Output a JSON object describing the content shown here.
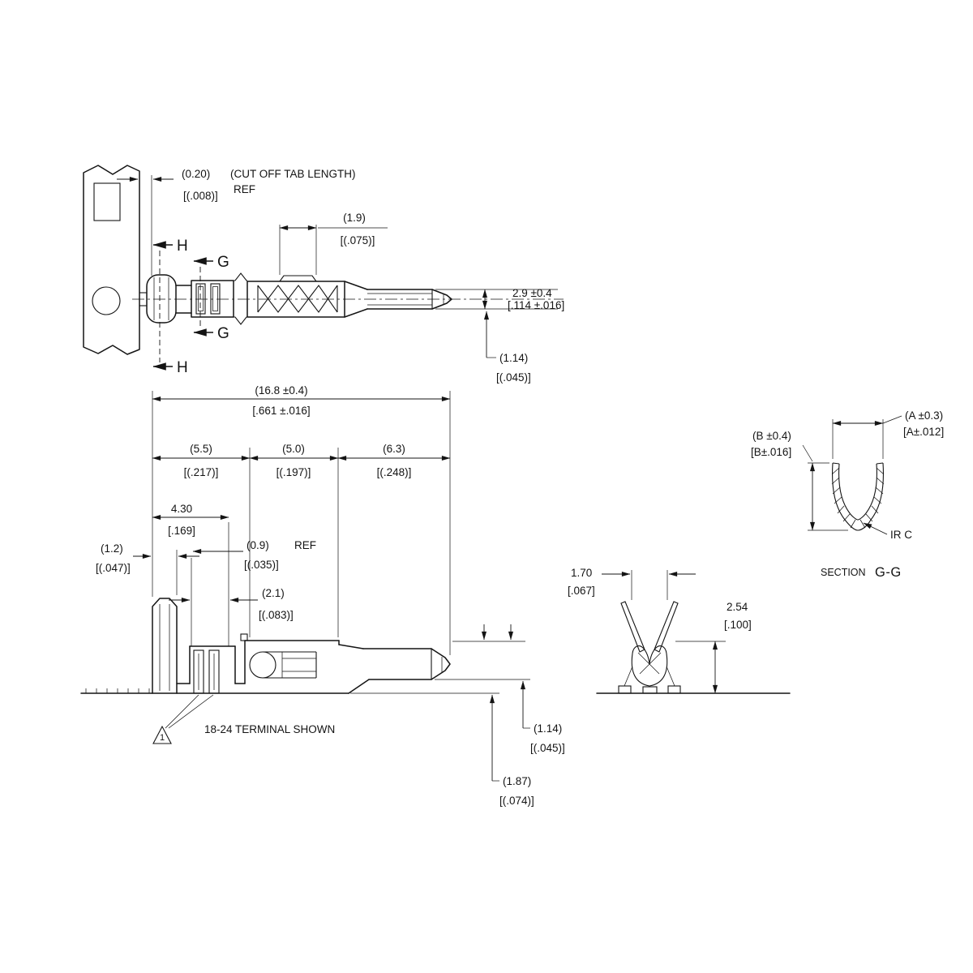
{
  "views": {
    "top": {
      "section_h": "H",
      "section_g": "G",
      "cutoff_mm": "(0.20)",
      "cutoff_note": "(CUT OFF TAB LENGTH)",
      "cutoff_in": "[(.008)]",
      "cutoff_ref": "REF",
      "lance_mm": "(1.9)",
      "lance_in": "[(.075)]",
      "height_mm": "2.9 ±0.4",
      "height_in": "[.114 ±.016]",
      "pin_offset_mm": "(1.14)",
      "pin_offset_in": "[(.045)]"
    },
    "side": {
      "overall_mm": "(16.8 ±0.4)",
      "overall_in": "[.661 ±.016]",
      "seg1_mm": "(5.5)",
      "seg1_in": "[(.217)]",
      "seg2_mm": "(5.0)",
      "seg2_in": "[(.197)]",
      "seg3_mm": "(6.3)",
      "seg3_in": "[(.248)]",
      "crimp_mm": "4.30",
      "crimp_in": "[.169]",
      "tab_mm": "(1.2)",
      "tab_in": "[(.047)]",
      "wall_mm": "(0.9)",
      "wall_ref": "REF",
      "wall_in": "[(.035)]",
      "wing_mm": "(2.1)",
      "wing_in": "[(.083)]",
      "pin_bottom_mm": "(1.14)",
      "pin_bottom_in": "[(.045)]",
      "pin_top_mm": "(1.87)",
      "pin_top_in": "[(.074)]",
      "note": "18-24 TERMINAL SHOWN",
      "flag": "1"
    },
    "front": {
      "gap_mm": "1.70",
      "gap_in": "[.067]",
      "height_mm": "2.54",
      "height_in": "[.100]"
    },
    "section_gg": {
      "width_mm": "(A ±0.3)",
      "width_in": "[A±.012]",
      "height_mm": "(B ±0.4)",
      "height_in": "[B±.016]",
      "ir_label": "IR C",
      "caption_word": "SECTION",
      "caption_id": "G-G"
    }
  }
}
